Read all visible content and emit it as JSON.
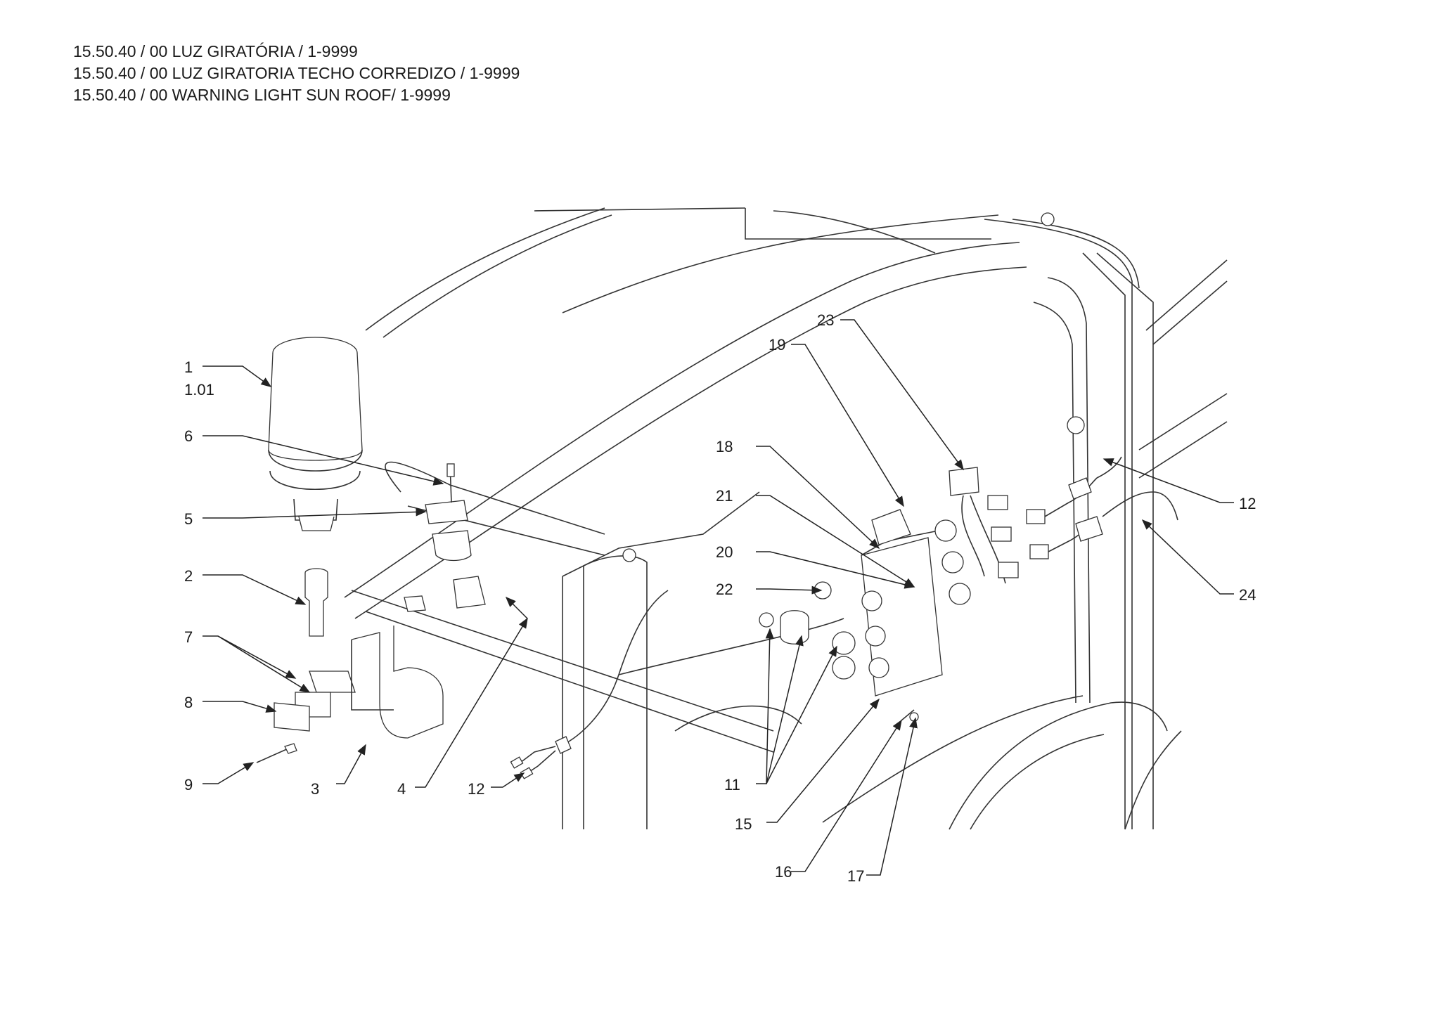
{
  "header": {
    "line1": "15.50.40 / 00 LUZ GIRATÓRIA / 1-9999",
    "line2": "15.50.40 / 00 LUZ GIRATORIA TECHO CORREDIZO / 1-9999",
    "line3": "15.50.40 / 00 WARNING LIGHT SUN ROOF/ 1-9999"
  },
  "callouts": [
    {
      "id": "1",
      "text": "1"
    },
    {
      "id": "1.01",
      "text": "1.01"
    },
    {
      "id": "6",
      "text": "6"
    },
    {
      "id": "5",
      "text": "5"
    },
    {
      "id": "2",
      "text": "2"
    },
    {
      "id": "7",
      "text": "7"
    },
    {
      "id": "8",
      "text": "8"
    },
    {
      "id": "9",
      "text": "9"
    },
    {
      "id": "3",
      "text": "3"
    },
    {
      "id": "4",
      "text": "4"
    },
    {
      "id": "12a",
      "text": "12"
    },
    {
      "id": "23",
      "text": "23"
    },
    {
      "id": "19",
      "text": "19"
    },
    {
      "id": "18",
      "text": "18"
    },
    {
      "id": "21",
      "text": "21"
    },
    {
      "id": "20",
      "text": "20"
    },
    {
      "id": "22",
      "text": "22"
    },
    {
      "id": "11",
      "text": "11"
    },
    {
      "id": "15",
      "text": "15"
    },
    {
      "id": "16",
      "text": "16"
    },
    {
      "id": "17",
      "text": "17"
    },
    {
      "id": "12b",
      "text": "12"
    },
    {
      "id": "24",
      "text": "24"
    }
  ]
}
